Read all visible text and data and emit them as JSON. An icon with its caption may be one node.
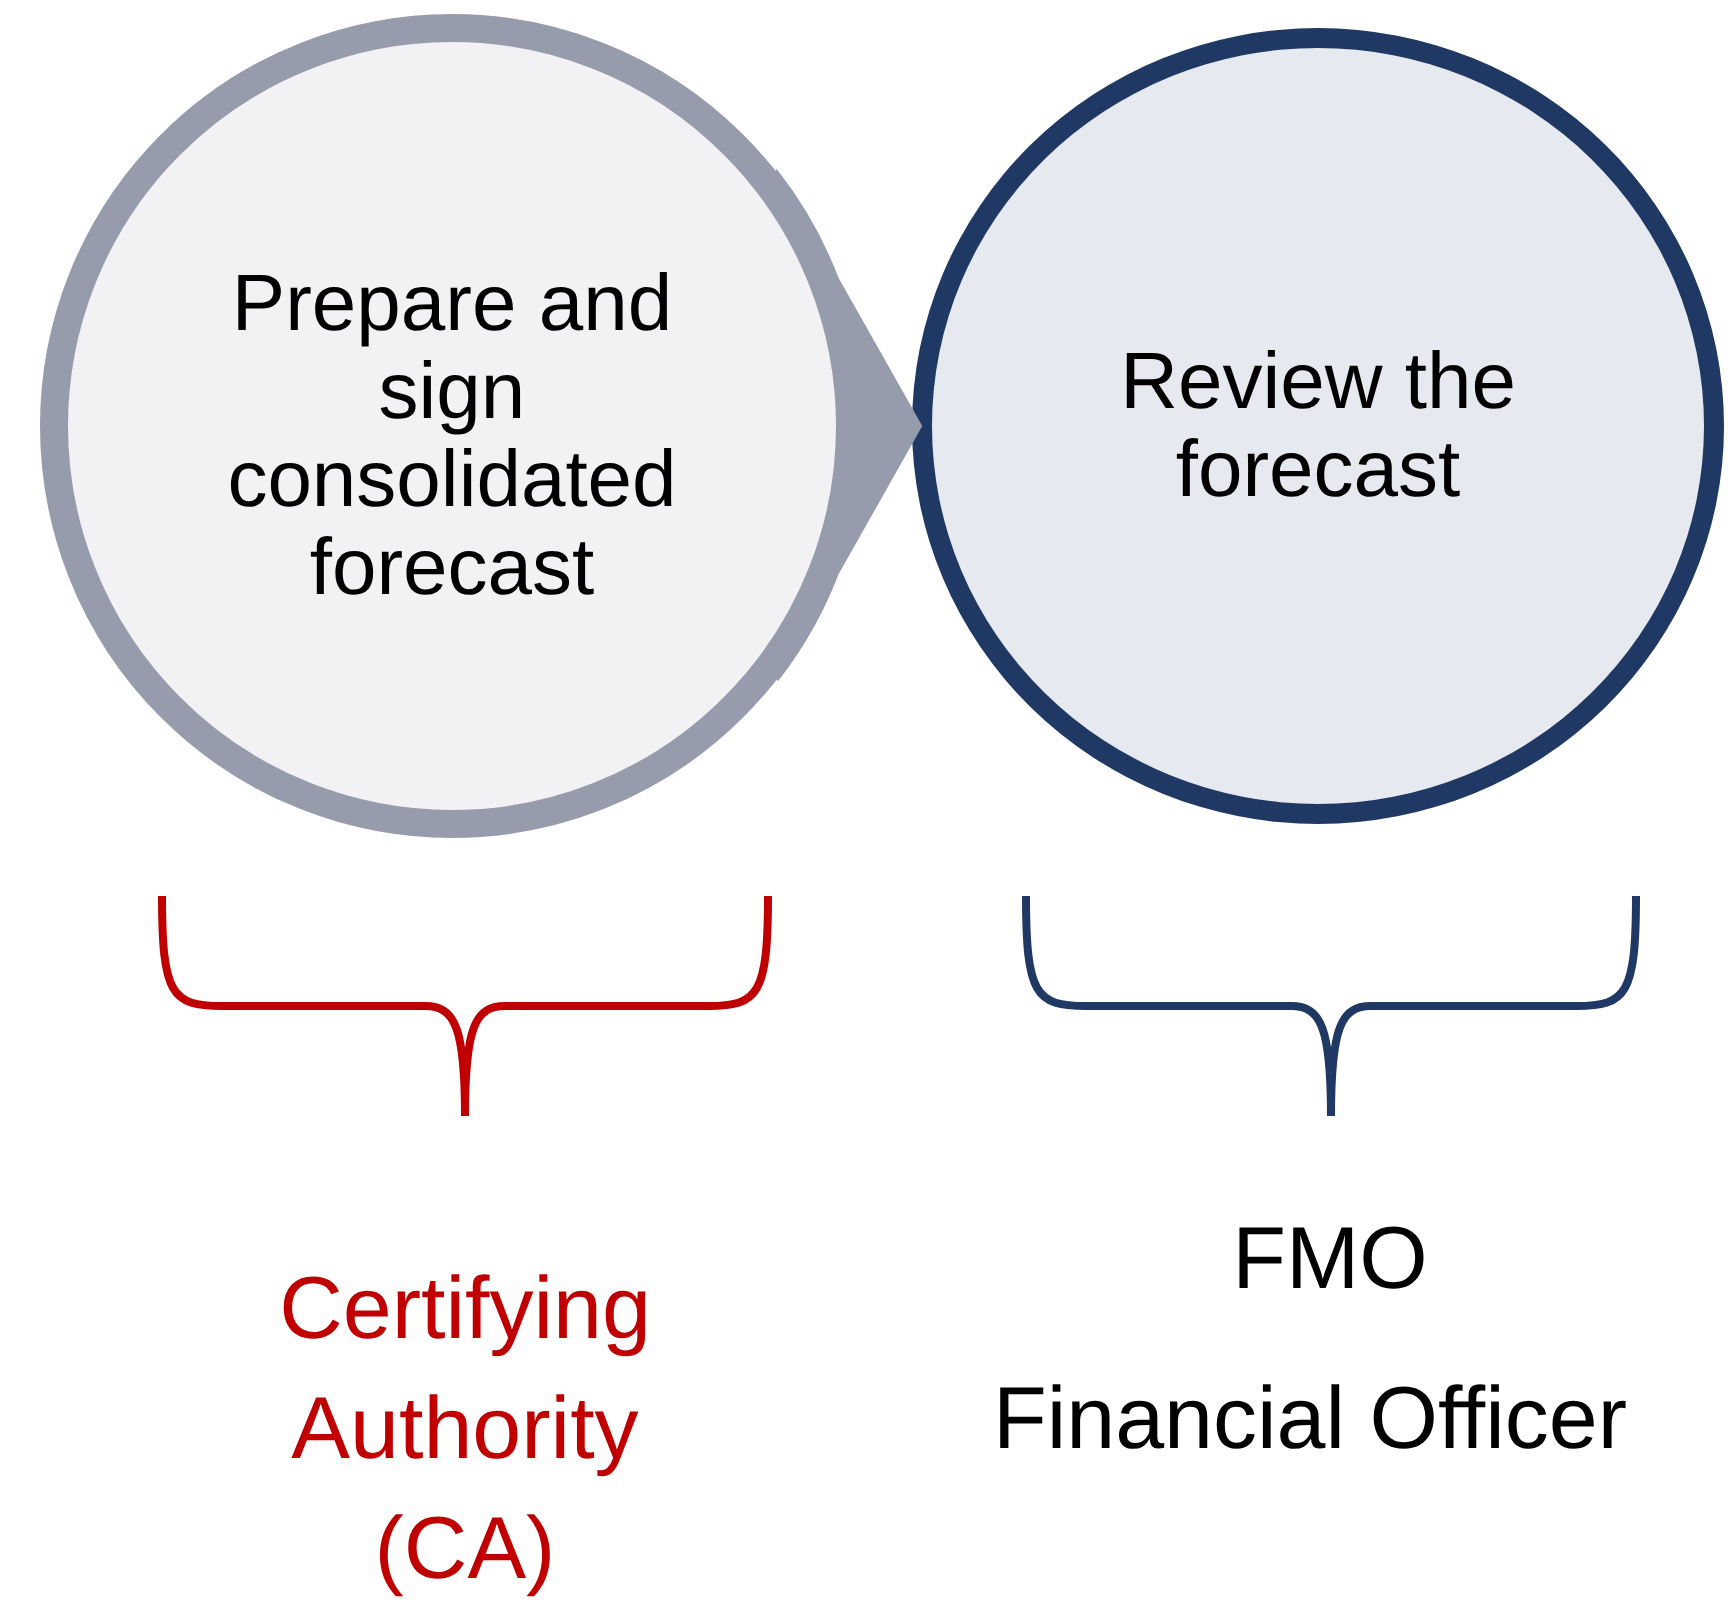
{
  "diagram": {
    "nodes": [
      {
        "text": [
          "Prepare and sign consolidated forecast"
        ]
      },
      {
        "text": [
          "Review the forecast"
        ]
      }
    ],
    "edges": [
      {
        "from": 0,
        "to": 1,
        "arrow": "to"
      }
    ],
    "labels": [
      "Certifying Authority (CA)",
      "FMO",
      "Financial Officer"
    ]
  }
}
